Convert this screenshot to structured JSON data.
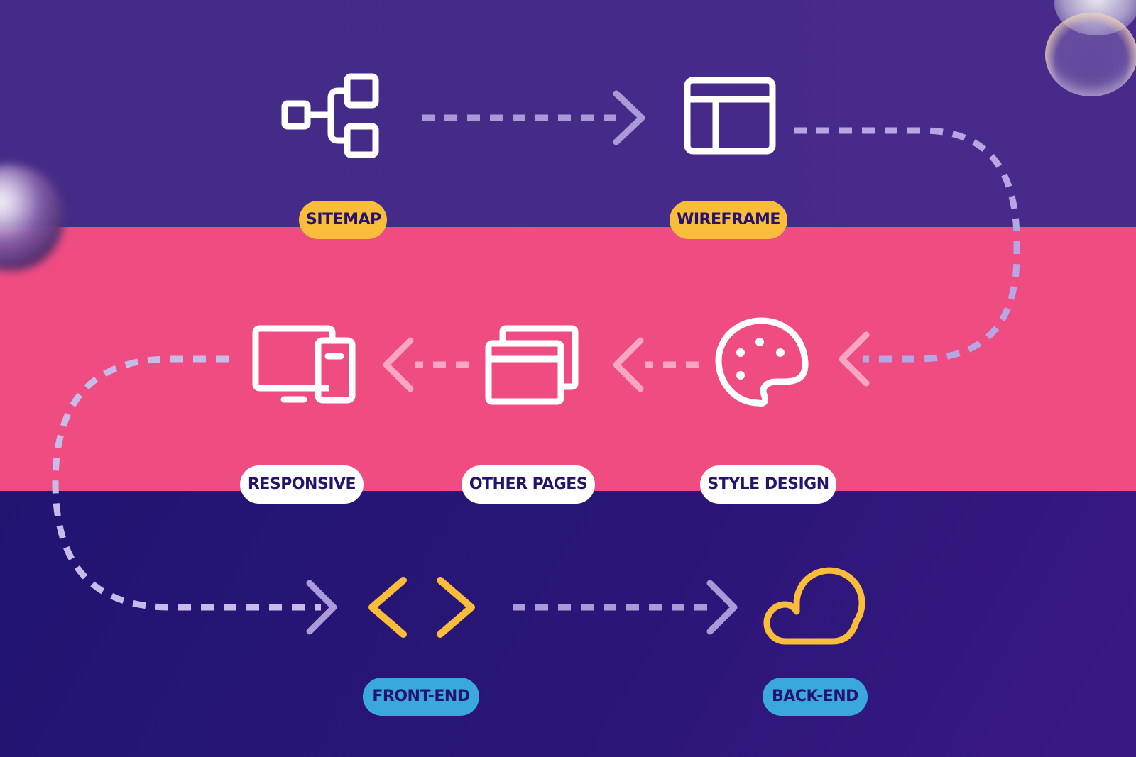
{
  "steps": [
    {
      "id": "sitemap",
      "label": "SITEMAP",
      "icon": "sitemap-icon",
      "color": "#f9bd3a"
    },
    {
      "id": "wireframe",
      "label": "WIREFRAME",
      "icon": "wireframe-icon",
      "color": "#f9bd3a"
    },
    {
      "id": "style-design",
      "label": "STYLE DESIGN",
      "icon": "palette-icon",
      "color": "#ffffff"
    },
    {
      "id": "other-pages",
      "label": "OTHER PAGES",
      "icon": "browser-windows-icon",
      "color": "#ffffff"
    },
    {
      "id": "responsive",
      "label": "RESPONSIVE",
      "icon": "devices-icon",
      "color": "#ffffff"
    },
    {
      "id": "front-end",
      "label": "FRONT-END",
      "icon": "code-brackets-icon",
      "color": "#3aa8df"
    },
    {
      "id": "back-end",
      "label": "BACK-END",
      "icon": "cloud-icon",
      "color": "#3aa8df"
    }
  ],
  "colors": {
    "top_band": "#452b88",
    "middle_band": "#ef4c82",
    "bottom_band": "#24156f",
    "label_text": "#25136e",
    "icon_white": "#ffffff",
    "icon_yellow": "#f9bd3a",
    "connector_top": "#a99ad8",
    "connector_middle": "#f8a6c4"
  }
}
